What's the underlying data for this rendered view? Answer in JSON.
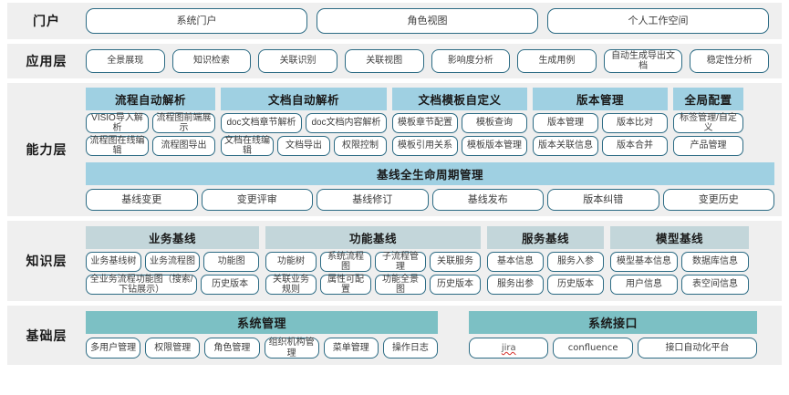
{
  "layers": [
    {
      "key": "portal",
      "label": "门户",
      "items": [
        "系统门户",
        "角色视图",
        "个人工作空间"
      ]
    },
    {
      "key": "application",
      "label": "应用层",
      "items": [
        "全景展现",
        "知识检索",
        "关联识别",
        "关联视图",
        "影响度分析",
        "生成用例",
        "自动生成导出文档",
        "稳定性分析"
      ]
    },
    {
      "key": "capability",
      "label": "能力层",
      "groups": [
        {
          "title": "流程自动解析",
          "rows": [
            [
              "VISIO导入解析",
              "流程图前端展示"
            ],
            [
              "流程图在线编辑",
              "流程图导出"
            ]
          ]
        },
        {
          "title": "文档自动解析",
          "rows": [
            [
              "doc文档章节解析",
              "doc文档内容解析"
            ],
            [
              "文档在线编辑",
              "文档导出",
              "权限控制"
            ]
          ]
        },
        {
          "title": "文档模板自定义",
          "rows": [
            [
              "模板章节配置",
              "模板查询"
            ],
            [
              "模板引用关系",
              "模板版本管理"
            ]
          ]
        },
        {
          "title": "版本管理",
          "rows": [
            [
              "版本管理",
              "版本比对"
            ],
            [
              "版本关联信息",
              "版本合并"
            ]
          ]
        },
        {
          "title": "全局配置",
          "rows": [
            [
              "标签管理/自定义"
            ],
            [
              "产品管理"
            ]
          ]
        }
      ],
      "lifecycle": {
        "title": "基线全生命周期管理",
        "items": [
          "基线变更",
          "变更评审",
          "基线修订",
          "基线发布",
          "版本纠错",
          "变更历史"
        ]
      }
    },
    {
      "key": "knowledge",
      "label": "知识层",
      "groups": [
        {
          "title": "业务基线",
          "rows": [
            [
              "业务基线树",
              "业务流程图",
              "功能图"
            ],
            [
              "全业务流程功能图（搜索/下钻展示）",
              "历史版本"
            ]
          ]
        },
        {
          "title": "功能基线",
          "rows": [
            [
              "功能树",
              "系统流程图",
              "子流程管理",
              "关联服务"
            ],
            [
              "关联业务规则",
              "属性可配置",
              "功能全景图",
              "历史版本"
            ]
          ]
        },
        {
          "title": "服务基线",
          "rows": [
            [
              "基本信息",
              "服务入参"
            ],
            [
              "服务出参",
              "历史版本"
            ]
          ]
        },
        {
          "title": "模型基线",
          "rows": [
            [
              "模型基本信息",
              "数据库信息"
            ],
            [
              "用户信息",
              "表空间信息"
            ]
          ]
        }
      ]
    },
    {
      "key": "foundation",
      "label": "基础层",
      "groups": [
        {
          "title": "系统管理",
          "rows": [
            [
              "多用户管理",
              "权限管理",
              "角色管理",
              "组织机构管理",
              "菜单管理",
              "操作日志"
            ]
          ]
        },
        {
          "title": "系统接口",
          "rows": [
            [
              "jira",
              "confluence",
              "接口自动化平台"
            ]
          ]
        }
      ]
    }
  ],
  "colors": {
    "band_background": "#efefef",
    "pill_border": "#2c6b84",
    "capability_header": "#9fd0e2",
    "knowledge_header": "#c3d6da",
    "foundation_header": "#7cc0c4",
    "text": "#3d3d3d",
    "page_background": "#ffffff"
  }
}
